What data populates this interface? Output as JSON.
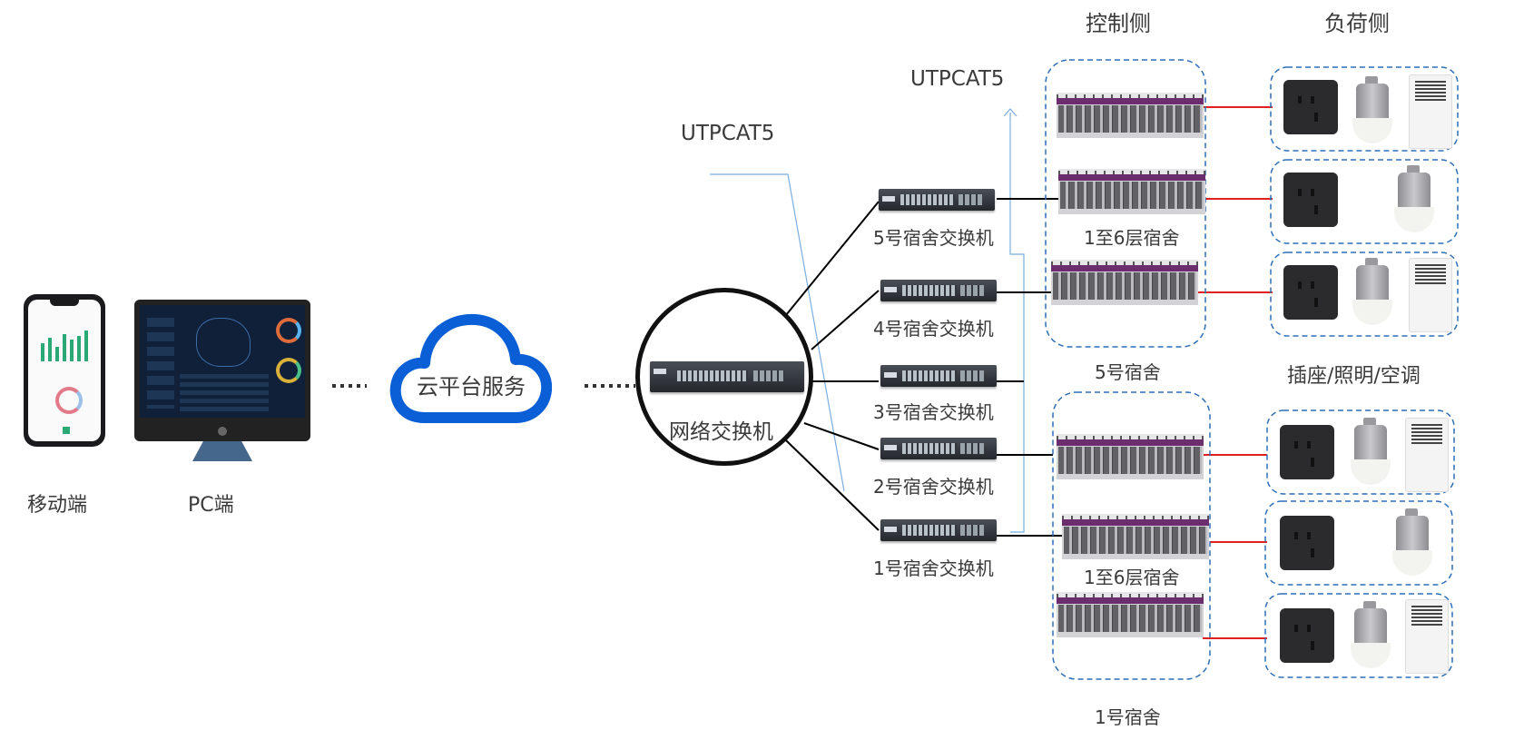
{
  "labels": {
    "mobile": "移动端",
    "pc": "PC端",
    "cloud": "云平台服务",
    "network_switch": "网络交换机",
    "cable_top": "UTPCAT5",
    "cable_left": "UTPCAT5",
    "control_side": "控制侧",
    "load_side": "负荷侧",
    "load_types": "插座/照明/空调",
    "floors_top": "1至6层宿舍",
    "floors_bottom": "1至6层宿舍",
    "dorm5": "5号宿舍",
    "dorm1": "1号宿舍"
  },
  "switches": [
    {
      "label": "5号宿舍交换机"
    },
    {
      "label": "4号宿舍交换机"
    },
    {
      "label": "3号宿舍交换机"
    },
    {
      "label": "2号宿舍交换机"
    },
    {
      "label": "1号宿舍交换机"
    }
  ],
  "colors": {
    "cloud_blue": "#0a5fd6",
    "dashed_border": "#2f6fb5",
    "cable_blue": "#7aaee0",
    "load_link_red": "#e02020",
    "switch_link": "#000000"
  },
  "icons": {
    "mobile": "smartphone-icon",
    "pc": "monitor-icon",
    "cloud": "cloud-icon",
    "switch": "network-switch-icon",
    "panel": "breaker-panel-icon",
    "socket": "wall-socket-icon",
    "bulb": "light-bulb-icon",
    "ac": "air-conditioner-icon"
  }
}
